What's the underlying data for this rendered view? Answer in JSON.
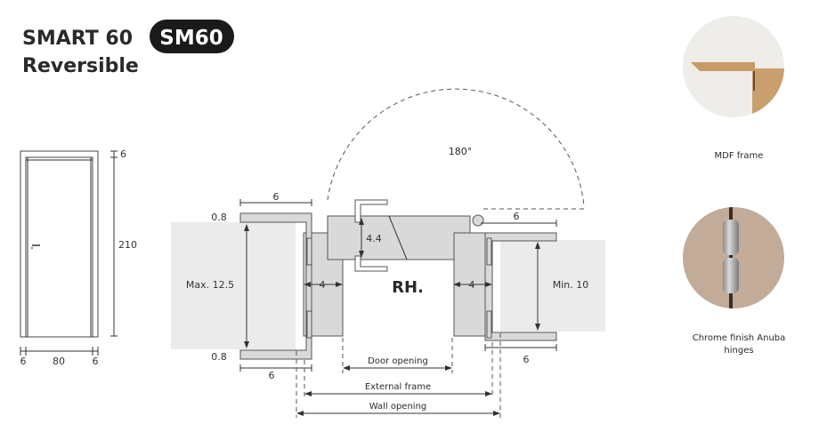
{
  "header": {
    "title": "SMART 60",
    "badge": "SM60",
    "subtitle": "Reversible"
  },
  "elevation": {
    "top_frame": "6",
    "height": "210",
    "left_frame": "6",
    "width": "80",
    "right_frame": "6"
  },
  "section": {
    "swing_angle": "180°",
    "left_top_dim": "6",
    "left_top_thickness": "0.8",
    "left_bottom_thickness": "0.8",
    "left_bottom_dim": "6",
    "wall_max": "Max. 12.5",
    "left_jamb": "4",
    "door_thickness": "4.4",
    "hand": "RH.",
    "right_jamb": "4",
    "right_top_dim": "6",
    "wall_min": "Min. 10",
    "right_bottom_dim": "6",
    "door_opening": "Door opening",
    "external_frame": "External frame",
    "wall_opening": "Wall opening"
  },
  "features": [
    {
      "label": "MDF frame",
      "icon": "mdf-frame-photo"
    },
    {
      "label_line1": "Chrome finish Anuba",
      "label_line2": "hinges",
      "icon": "anuba-hinge-photo"
    }
  ],
  "colors": {
    "badge_bg": "#1a1a1a",
    "wall": "#ebebeb",
    "part": "#d9d9d9",
    "wood": "#c79a66"
  }
}
